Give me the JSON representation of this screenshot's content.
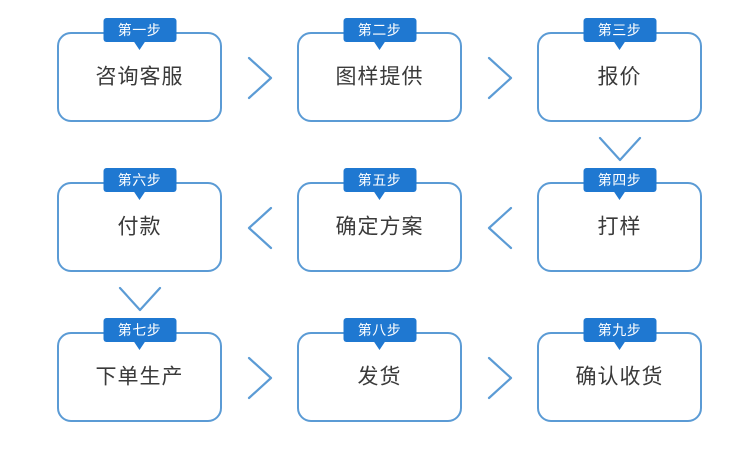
{
  "diagram": {
    "title": "",
    "colors": {
      "badge_blue": "#1f78d1",
      "border_blue": "#5b9bd5",
      "arrow_blue": "#5b9bd5",
      "text_gray": "#3a3a3a",
      "background": "#ffffff"
    },
    "steps": [
      {
        "badge": "第一步",
        "label": "咨询客服"
      },
      {
        "badge": "第二步",
        "label": "图样提供"
      },
      {
        "badge": "第三步",
        "label": "报价"
      },
      {
        "badge": "第四步",
        "label": "打样"
      },
      {
        "badge": "第五步",
        "label": "确定方案"
      },
      {
        "badge": "第六步",
        "label": "付款"
      },
      {
        "badge": "第七步",
        "label": "下单生产"
      },
      {
        "badge": "第八步",
        "label": "发货"
      },
      {
        "badge": "第九步",
        "label": "确认收货"
      }
    ],
    "connectors": [
      {
        "name": "connector-step1-step2",
        "direction": "right"
      },
      {
        "name": "connector-step2-step3",
        "direction": "right"
      },
      {
        "name": "connector-step3-step4",
        "direction": "down"
      },
      {
        "name": "connector-step4-step5",
        "direction": "left"
      },
      {
        "name": "connector-step5-step6",
        "direction": "left"
      },
      {
        "name": "connector-step6-step7",
        "direction": "down"
      },
      {
        "name": "connector-step7-step8",
        "direction": "right"
      },
      {
        "name": "connector-step8-step9",
        "direction": "right"
      }
    ]
  }
}
